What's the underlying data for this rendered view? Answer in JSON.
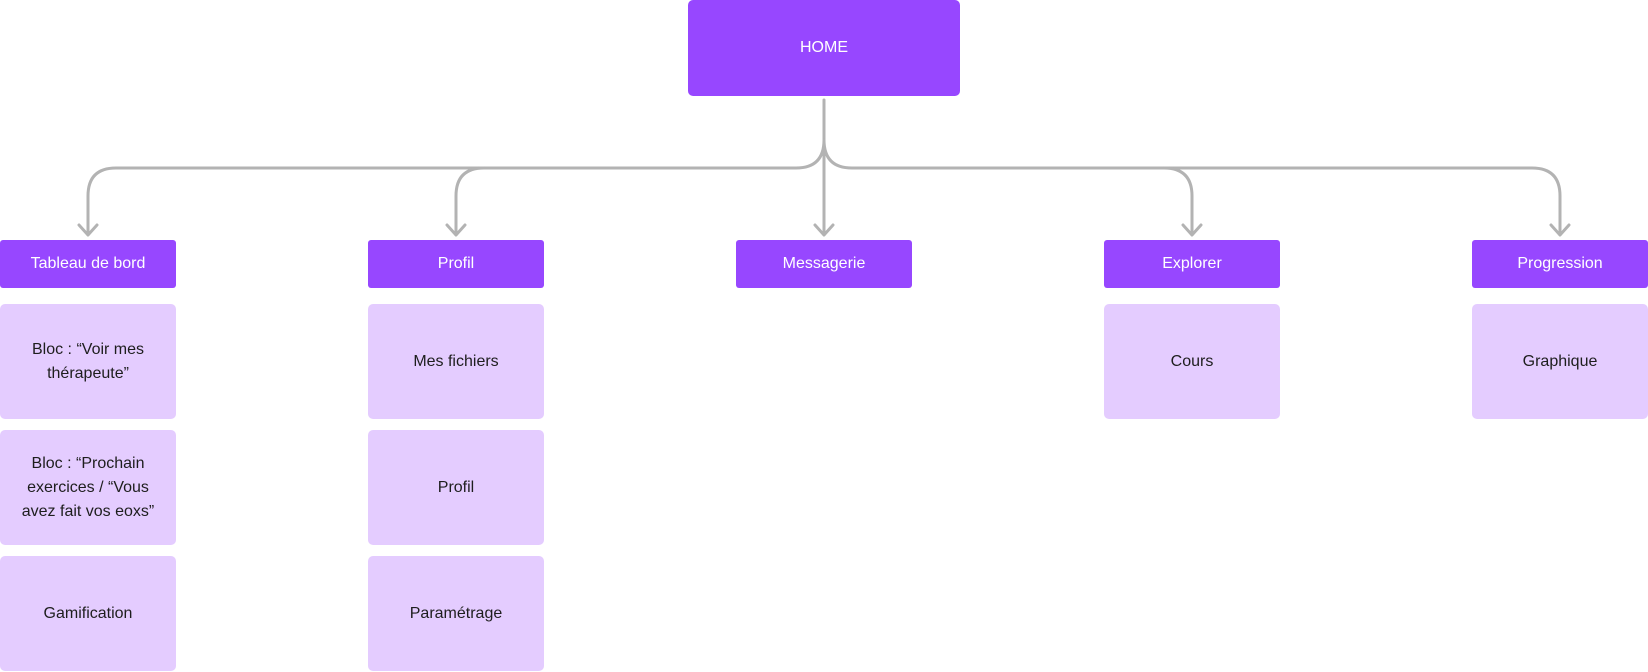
{
  "root": {
    "label": "HOME"
  },
  "branches": [
    {
      "label": "Tableau de bord",
      "items": [
        "Bloc : “Voir mes thérapeute”",
        "Bloc : “Prochain exercices / “Vous avez fait vos eoxs”",
        "Gamification"
      ]
    },
    {
      "label": "Profil",
      "items": [
        "Mes fichiers",
        "Profil",
        "Paramétrage"
      ]
    },
    {
      "label": "Messagerie",
      "items": []
    },
    {
      "label": "Explorer",
      "items": [
        "Cours"
      ]
    },
    {
      "label": "Progression",
      "items": [
        "Graphique"
      ]
    }
  ],
  "colors": {
    "primary": "#9747ff",
    "secondary": "#e4ccff",
    "connector": "#b3b3b3"
  }
}
